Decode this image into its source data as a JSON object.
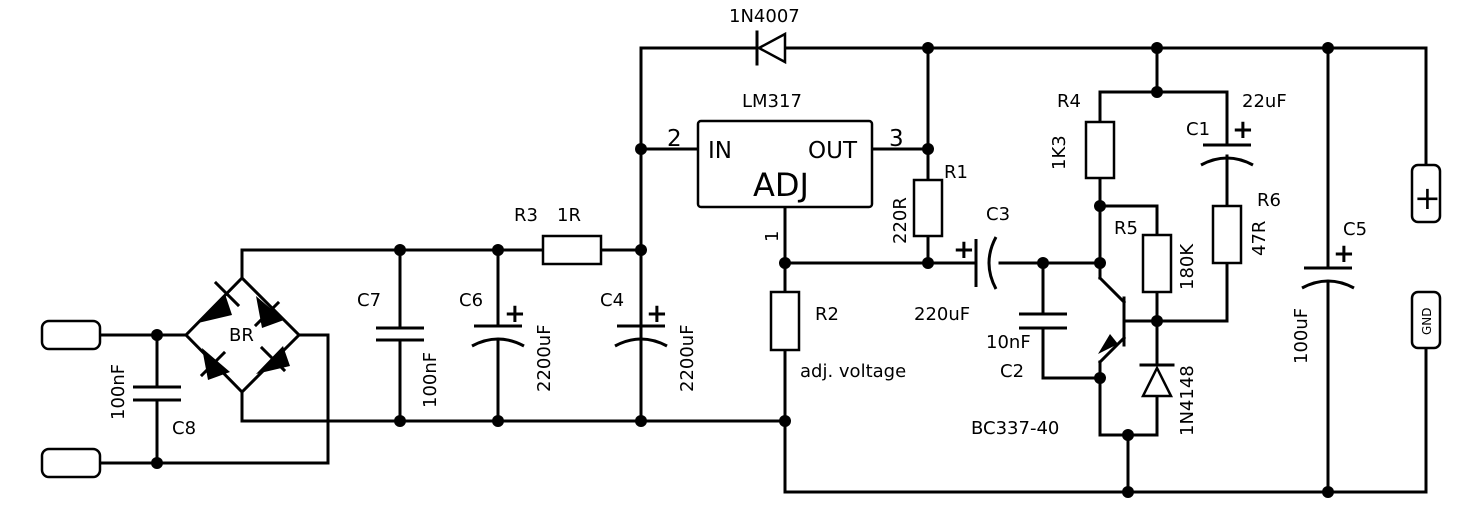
{
  "regulator": {
    "name": "LM317",
    "pin_in": "IN",
    "pin_out": "OUT",
    "pin_adj": "ADJ",
    "pin1": "1",
    "pin2": "2",
    "pin3": "3"
  },
  "protection_diode": {
    "label": "1N4007"
  },
  "components": {
    "r1": {
      "ref": "R1",
      "value": "220R"
    },
    "r2": {
      "ref": "R2",
      "note": "adj. voltage"
    },
    "r3": {
      "ref": "R3",
      "value": "1R"
    },
    "r4": {
      "ref": "R4",
      "value": "1K3"
    },
    "r5": {
      "ref": "R5",
      "value": "180K"
    },
    "r6": {
      "ref": "R6",
      "value": "47R"
    },
    "c1": {
      "ref": "C1",
      "value": "22uF"
    },
    "c2": {
      "ref": "C2",
      "value": "10nF"
    },
    "c3": {
      "ref": "C3",
      "value": "220uF"
    },
    "c4": {
      "ref": "C4",
      "value": "2200uF"
    },
    "c5": {
      "ref": "C5",
      "value": "100uF"
    },
    "c6": {
      "ref": "C6",
      "value": "2200uF"
    },
    "c7": {
      "ref": "C7",
      "value": "100nF"
    },
    "c8": {
      "ref": "C8",
      "value": "100nF"
    },
    "bridge": {
      "ref": "BR"
    },
    "transistor": {
      "label": "BC337-40"
    },
    "diode_small": {
      "label": "1N4148"
    }
  },
  "terminals": {
    "plus": "+",
    "gnd": "GND"
  },
  "polarity_mark": "+"
}
